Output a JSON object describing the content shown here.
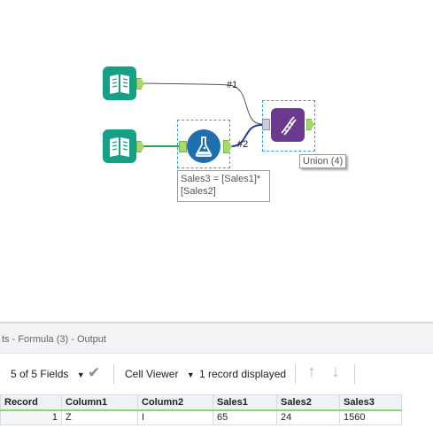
{
  "canvas": {
    "connection_labels": [
      "#1",
      "#2"
    ],
    "formula_annotation_line1": "Sales3 = [Sales1]*",
    "formula_annotation_line2": "[Sales2]",
    "union_label": "Union (4)"
  },
  "results": {
    "title": "ts - Formula (3) - Output",
    "fields_label": "5 of 5 Fields",
    "viewer_label": "Cell Viewer",
    "record_count_label": "1 record displayed"
  },
  "table": {
    "headers": [
      "Record",
      "Column1",
      "Column2",
      "Sales1",
      "Sales2",
      "Sales3"
    ],
    "rows": [
      [
        "1",
        "Z",
        "I",
        "65",
        "24",
        "1560"
      ]
    ]
  },
  "colors": {
    "input_tool": "#16a085",
    "formula_tool": "#1e6fb0",
    "union_tool": "#6b3a8e",
    "anchor": "#a6d86b",
    "selection": "#2a9df4",
    "header_underline": "#8fd27a"
  }
}
